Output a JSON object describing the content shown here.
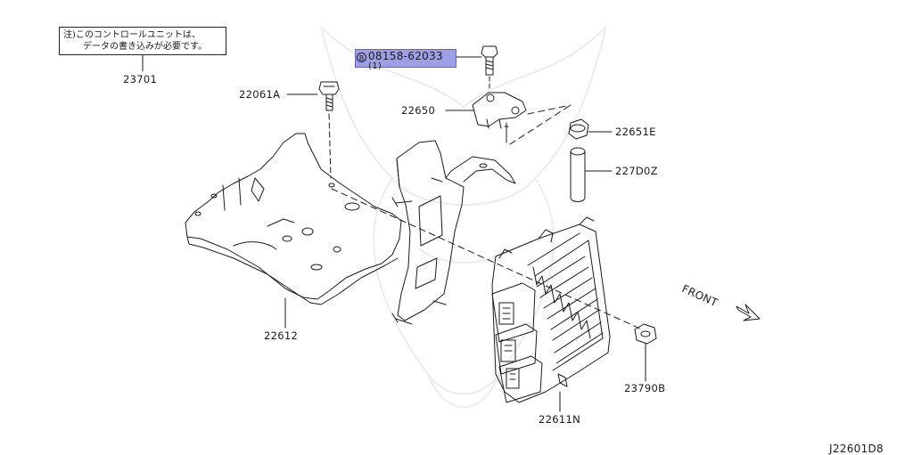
{
  "note": {
    "line1": "注)このコントロールユニットは、",
    "line2": "データの書き込みが必要です。"
  },
  "highlight": {
    "symbol": "B",
    "part_number": "08158-62033",
    "quantity": "(1)",
    "color": "#9d9fe8"
  },
  "labels": {
    "p23701": "23701",
    "p22061a": "22061A",
    "p22650": "22650",
    "p22651e": "22651E",
    "p227d0z": "227D0Z",
    "p22612": "22612",
    "p22611n": "22611N",
    "p23790b": "23790B",
    "front": "FRONT",
    "diagram_id": "J22601D8"
  }
}
